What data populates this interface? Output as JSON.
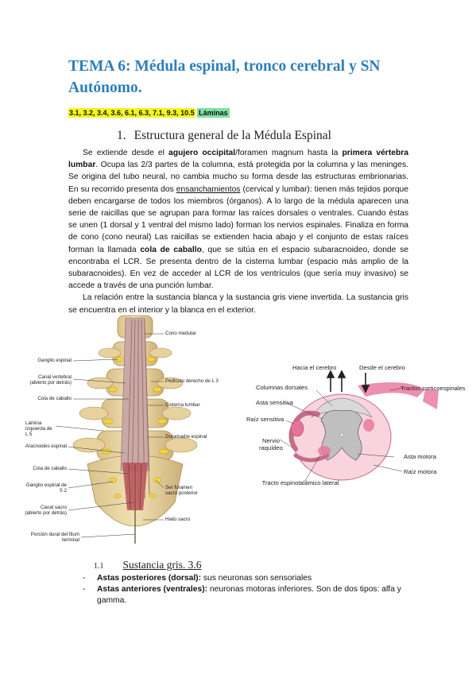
{
  "title": "TEMA 6: Médula espinal, tronco cerebral y SN Autónomo.",
  "refs": {
    "pages": "3.1, 3.2, 3.4, 3.6, 6.1, 6.3, 7.1, 9.3, 10.5",
    "label": "Láminas"
  },
  "section1": {
    "num": "1.",
    "title": "Estructura general de la Médula Espinal"
  },
  "para1": {
    "s1": "Se extiende desde el ",
    "b1": "agujero occipital",
    "s2": "/foramen magnum hasta la ",
    "b2": "primera vértebra lumbar",
    "s3": ". Ocupa las 2/3 partes de la columna, está protegida por la columna y las meninges. Se origina del tubo neural, no cambia mucho su forma desde las estructuras embrionarias. En su recorrido presenta dos ",
    "u1": "ensanchamientos",
    "s4": " (cervical y lumbar): tienen más tejidos porque deben encargarse de todos los miembros (órganos). A lo largo de la médula aparecen una serie de raicillas que se agrupan para formar las raíces dorsales o ventrales. Cuando éstas se unen (1 dorsal y 1 ventral del mismo lado) forman los nervios espinales. Finaliza en forma de cono (cono neural) Las raicillas se extienden hacia abajo y el conjunto de estas raíces forman la llamada ",
    "b3": "cola de caballo",
    "s5": ", que se sitúa en el espacio subaracnoideo, donde se encontraba el LCR. Se presenta dentro de la cisterna lumbar (espacio más amplio de la subaracnoides). En vez de acceder al LCR de los ventrículos (que sería muy invasivo) se accede a través de una punción lumbar."
  },
  "para2": "La relación entre la sustancia blanca y la sustancia gris viene invertida. La sustancia gris se encuentra en el interior y la blanca en el exterior.",
  "figure_left": {
    "labels_left": [
      "Ganglio espinal",
      "Canal vertebral (abierto por detrás)",
      "Cola de caballo",
      "Lámina izquierda de L 5",
      "Aracnoides espinal",
      "Cola de caballo",
      "Ganglio espinal de S 2",
      "Canal sacro (abierto por detrás)",
      "Porción dural del filum terminal"
    ],
    "labels_right": [
      "Cono medular",
      "Pedículo derecho de L 3",
      "Cisterna lumbar",
      "Duramadre espinal",
      "Ser foramen sacro posterior",
      "Hiato sacro"
    ]
  },
  "figure_right": {
    "labels": [
      "Hacia el cerebro",
      "Desde el cerebro",
      "Columnas dorsales",
      "Tractos corticoespinales",
      "Asta sensitiva",
      "Raíz sensitiva",
      "Nervio raquídeo",
      "Asta motora",
      "Raíz motora",
      "Tracto espinotalámico lateral"
    ]
  },
  "section1_1": {
    "num": "1.1",
    "title": "Sustancia gris. 3.6"
  },
  "list": [
    {
      "bold": "Astas posteriores (dorsal):",
      "text": " sus neuronas son sensoriales"
    },
    {
      "bold": "Astas anteriores (ventrales):",
      "text": " neuronas motoras inferiores. Son de dos tipos: alfa y gamma."
    }
  ],
  "colors": {
    "title": "#2e7fb8",
    "highlight_yellow": "#f5f51a",
    "highlight_green": "#7fe0a0",
    "tract_pink": "#e8739a"
  }
}
